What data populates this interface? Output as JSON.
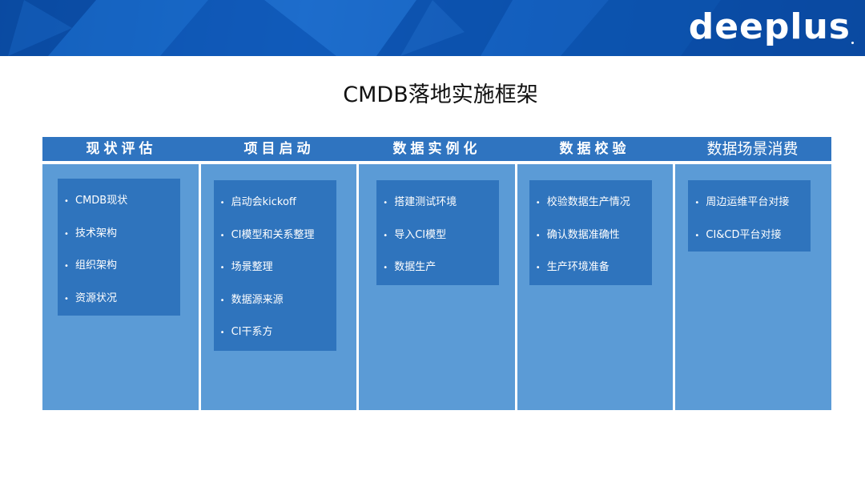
{
  "brand": {
    "logo_text": "deeplus"
  },
  "title": "CMDB落地实施框架",
  "stages": [
    {
      "header": "现状评估",
      "items": [
        "CMDB现状",
        "技术架构",
        "组织架构",
        "资源状况"
      ]
    },
    {
      "header": "项目启动",
      "items": [
        "启动会kickoff",
        "CI模型和关系整理",
        "场景整理",
        "数据源来源",
        "CI干系方"
      ]
    },
    {
      "header": "数据实例化",
      "items": [
        "搭建测试环境",
        "导入CI模型",
        "数据生产"
      ]
    },
    {
      "header": "数据校验",
      "items": [
        "校验数据生产情况",
        "确认数据准确性",
        "生产环境准备"
      ]
    },
    {
      "header": "数据场景消费",
      "items": [
        "周边运维平台对接",
        "CI&CD平台对接"
      ]
    }
  ],
  "bullet_glyph": "•",
  "colors": {
    "banner": "#0d58b8",
    "header_bar": "#2f74c0",
    "column_bg": "#5b9bd6",
    "card_bg": "#2f74bd",
    "text_light": "#ffffff"
  }
}
